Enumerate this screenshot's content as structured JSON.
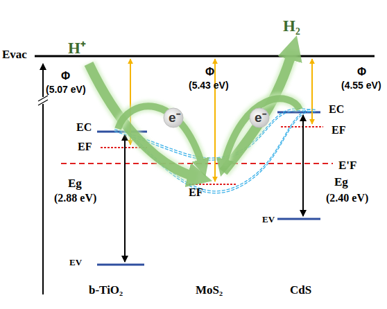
{
  "diagram": {
    "labels": [
      "Evac",
      "H⁺",
      "H₂",
      "Φ",
      "(5.07 eV)",
      "Φ",
      "(5.43 eV)",
      "Φ",
      "(4.55 eV)",
      "EC",
      "EF",
      "Eg",
      "(2.88 eV)",
      "EV",
      "e⁻",
      "EF",
      "e⁻",
      "EC",
      "EF",
      "E'F",
      "Eg",
      "(2.40 eV)",
      "EV",
      "b-TiO₂",
      "MoS₂",
      "CdS"
    ]
  }
}
